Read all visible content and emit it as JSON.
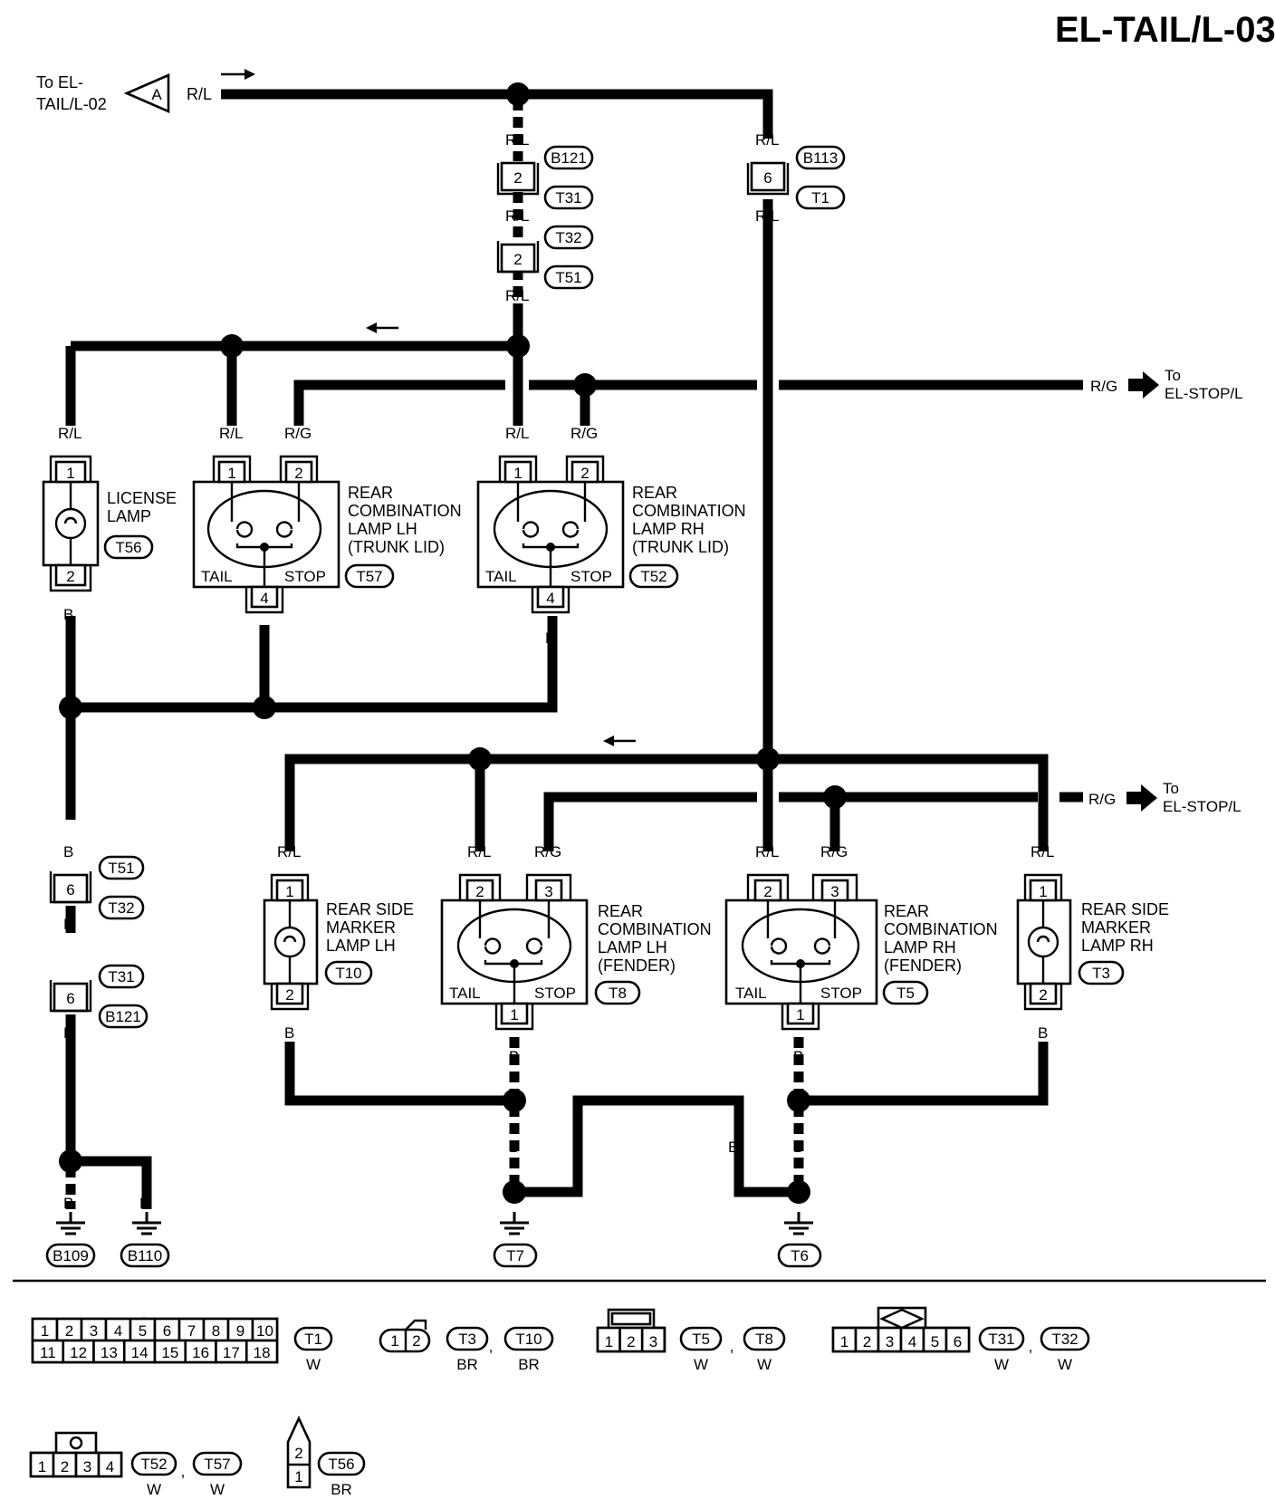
{
  "title": "EL-TAIL/L-03",
  "link_in": {
    "text_1": "To EL-",
    "text_2": "TAIL/L-02",
    "connector_letter": "A",
    "wire": "R/L"
  },
  "link_out_1": {
    "wire": "R/G",
    "to_1": "To",
    "to_2": "EL-STOP/L"
  },
  "link_out_2": {
    "wire": "R/G",
    "to_1": "To",
    "to_2": "EL-STOP/L"
  },
  "wires": {
    "rl": "R/L",
    "rg": "R/G",
    "b": "B"
  },
  "inline_connectors": {
    "b121": "B121",
    "t31": "T31",
    "t32": "T32",
    "t51": "T51",
    "b113": "B113",
    "t1": "T1",
    "pin_2": "2",
    "pin_6": "6"
  },
  "components": {
    "license_lamp": {
      "name_1": "LICENSE",
      "name_2": "LAMP",
      "connector": "T56",
      "pin_a": "1",
      "pin_b": "2"
    },
    "rear_comb_lh_trunk": {
      "name_1": "REAR",
      "name_2": "COMBINATION",
      "name_3": "LAMP LH",
      "name_4": "(TRUNK LID)",
      "connector": "T57",
      "tail": "TAIL",
      "stop": "STOP",
      "pin_1": "1",
      "pin_2": "2",
      "pin_4": "4"
    },
    "rear_comb_rh_trunk": {
      "name_1": "REAR",
      "name_2": "COMBINATION",
      "name_3": "LAMP RH",
      "name_4": "(TRUNK LID)",
      "connector": "T52",
      "tail": "TAIL",
      "stop": "STOP",
      "pin_1": "1",
      "pin_2": "2",
      "pin_4": "4"
    },
    "rear_side_marker_lh": {
      "name_1": "REAR SIDE",
      "name_2": "MARKER",
      "name_3": "LAMP LH",
      "connector": "T10",
      "pin_a": "1",
      "pin_b": "2"
    },
    "rear_comb_lh_fender": {
      "name_1": "REAR",
      "name_2": "COMBINATION",
      "name_3": "LAMP LH",
      "name_4": "(FENDER)",
      "connector": "T8",
      "tail": "TAIL",
      "stop": "STOP",
      "pin_1": "1",
      "pin_2": "2",
      "pin_3": "3"
    },
    "rear_comb_rh_fender": {
      "name_1": "REAR",
      "name_2": "COMBINATION",
      "name_3": "LAMP RH",
      "name_4": "(FENDER)",
      "connector": "T5",
      "tail": "TAIL",
      "stop": "STOP",
      "pin_1": "1",
      "pin_2": "2",
      "pin_3": "3"
    },
    "rear_side_marker_rh": {
      "name_1": "REAR SIDE",
      "name_2": "MARKER",
      "name_3": "LAMP RH",
      "connector": "T3",
      "pin_a": "1",
      "pin_b": "2"
    }
  },
  "grounds": {
    "b109": "B109",
    "b110": "B110",
    "t7": "T7",
    "t6": "T6"
  },
  "legend": {
    "t1_connector": {
      "top_pins": [
        "1",
        "2",
        "3",
        "4",
        "5",
        "6",
        "7",
        "8",
        "9",
        "10"
      ],
      "bottom_pins": [
        "11",
        "12",
        "13",
        "14",
        "15",
        "16",
        "17",
        "18"
      ],
      "name": "T1",
      "color": "W"
    },
    "t3_t10_connector": {
      "pins": [
        "1",
        "2"
      ],
      "name_a": "T3",
      "color_a": "BR",
      "name_b": "T10",
      "color_b": "BR",
      "sep": ","
    },
    "t5_t8_connector": {
      "pins": [
        "1",
        "2",
        "3"
      ],
      "name_a": "T5",
      "color_a": "W",
      "name_b": "T8",
      "color_b": "W",
      "sep": ","
    },
    "t31_t32_connector": {
      "pins": [
        "1",
        "2",
        "3",
        "4",
        "5",
        "6"
      ],
      "name_a": "T31",
      "color_a": "W",
      "name_b": "T32",
      "color_b": "W",
      "sep": ","
    },
    "t52_t57_connector": {
      "pins": [
        "1",
        "2",
        "3",
        "4"
      ],
      "name_a": "T52",
      "color_a": "W",
      "name_b": "T57",
      "color_b": "W",
      "sep": ","
    },
    "t56_connector": {
      "pins": [
        "2",
        "1"
      ],
      "name": "T56",
      "color": "BR"
    }
  }
}
